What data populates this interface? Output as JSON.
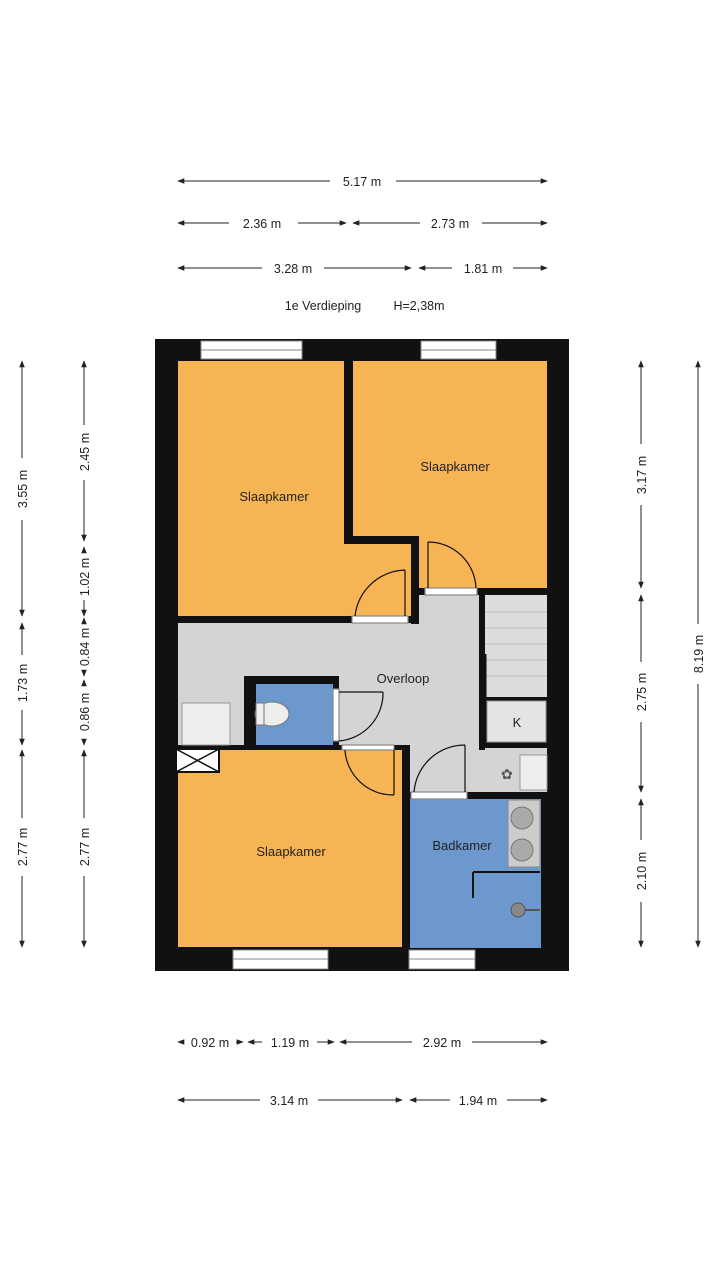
{
  "floor": {
    "name": "1e Verdieping",
    "height": "H=2,38m"
  },
  "rooms": {
    "bedroom_top_left": "Slaapkamer",
    "bedroom_top_right": "Slaapkamer",
    "bedroom_bottom_left": "Slaapkamer",
    "landing": "Overloop",
    "bathroom": "Badkamer",
    "closet": "K"
  },
  "dims_top": {
    "total": "5.17 m",
    "row2_left": "2.36 m",
    "row2_right": "2.73 m",
    "row3_left": "3.28 m",
    "row3_right": "1.81 m"
  },
  "dims_bottom": {
    "row1_a": "0.92 m",
    "row1_b": "1.19 m",
    "row1_c": "2.92 m",
    "row2_left": "3.14 m",
    "row2_right": "1.94 m"
  },
  "dims_left": {
    "outer_top": "3.55 m",
    "outer_mid": "1.73 m",
    "outer_bottom": "2.77 m",
    "inner_a": "2.45 m",
    "inner_b": "1.02 m",
    "inner_c": "0.84 m",
    "inner_d": "0.86 m",
    "inner_e": "2.77 m"
  },
  "dims_right": {
    "inner_top": "3.17 m",
    "inner_mid": "2.75 m",
    "inner_bottom": "2.10 m",
    "total": "8.19 m"
  },
  "colors": {
    "wall": "#111111",
    "bedroom": "#f7b454",
    "landing": "#d4d4d4",
    "wet_room": "#6d98ce",
    "stairs": "#dcdcdc"
  }
}
